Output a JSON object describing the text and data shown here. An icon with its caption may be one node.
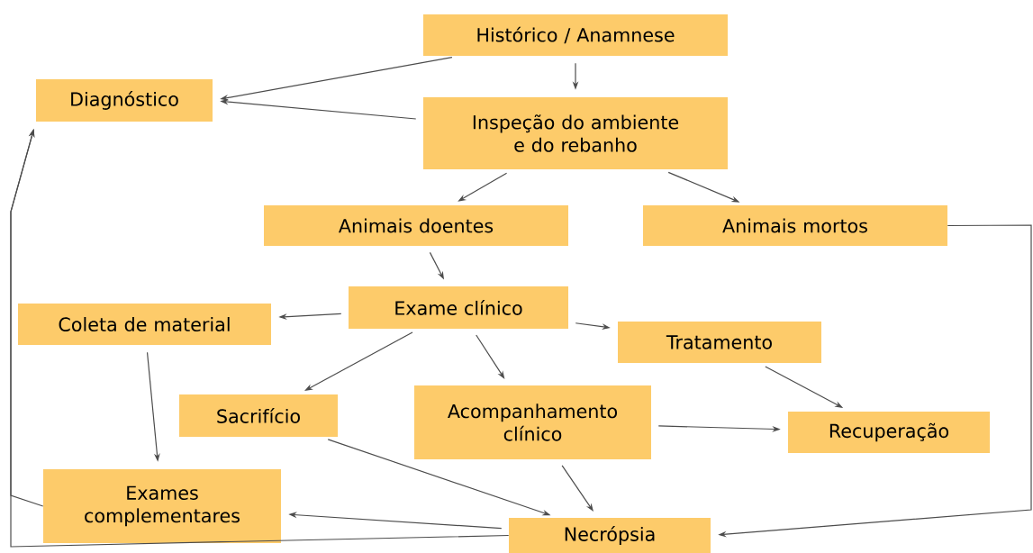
{
  "diagram": {
    "nodes": [
      {
        "text": [
          "Histórico / Anamnese"
        ]
      },
      {
        "text": [
          "Diagnóstico"
        ]
      },
      {
        "text": [
          "Inspeção do ambiente e do rebanho"
        ]
      },
      {
        "text": [
          "Animais doentes"
        ]
      },
      {
        "text": [
          "Animais mortos"
        ]
      },
      {
        "text": [
          "Coleta de material"
        ]
      },
      {
        "text": [
          "Exame clínico"
        ]
      },
      {
        "text": [
          "Tratamento"
        ]
      },
      {
        "text": [
          "Sacrifício"
        ]
      },
      {
        "text": [
          "Acompanhamento clínico"
        ]
      },
      {
        "text": [
          "Recuperação"
        ]
      },
      {
        "text": [
          "Exames complementares"
        ]
      },
      {
        "text": [
          "Necrópsia"
        ]
      }
    ],
    "edges": [
      {
        "from": 0,
        "to": 1,
        "arrow": "to"
      },
      {
        "from": 0,
        "to": 2,
        "arrow": "to"
      },
      {
        "from": 2,
        "to": 1,
        "arrow": "to"
      },
      {
        "from": 2,
        "to": 3,
        "arrow": "to"
      },
      {
        "from": 2,
        "to": 4,
        "arrow": "to"
      },
      {
        "from": 3,
        "to": 6,
        "arrow": "to"
      },
      {
        "from": 6,
        "to": 5,
        "arrow": "to"
      },
      {
        "from": 6,
        "to": 8,
        "arrow": "to"
      },
      {
        "from": 6,
        "to": 9,
        "arrow": "to"
      },
      {
        "from": 6,
        "to": 7,
        "arrow": "to"
      },
      {
        "from": 7,
        "to": 10,
        "arrow": "to"
      },
      {
        "from": 9,
        "to": 10,
        "arrow": "to"
      },
      {
        "from": 9,
        "to": 12,
        "arrow": "to"
      },
      {
        "from": 5,
        "to": 11,
        "arrow": "to"
      },
      {
        "from": 8,
        "to": 12,
        "arrow": "to"
      },
      {
        "from": 12,
        "to": 11,
        "arrow": "to"
      },
      {
        "from": 11,
        "to": 1,
        "arrow": "to"
      },
      {
        "from": 12,
        "to": 1,
        "arrow": "to"
      },
      {
        "from": 4,
        "to": 12,
        "arrow": "to"
      }
    ]
  }
}
